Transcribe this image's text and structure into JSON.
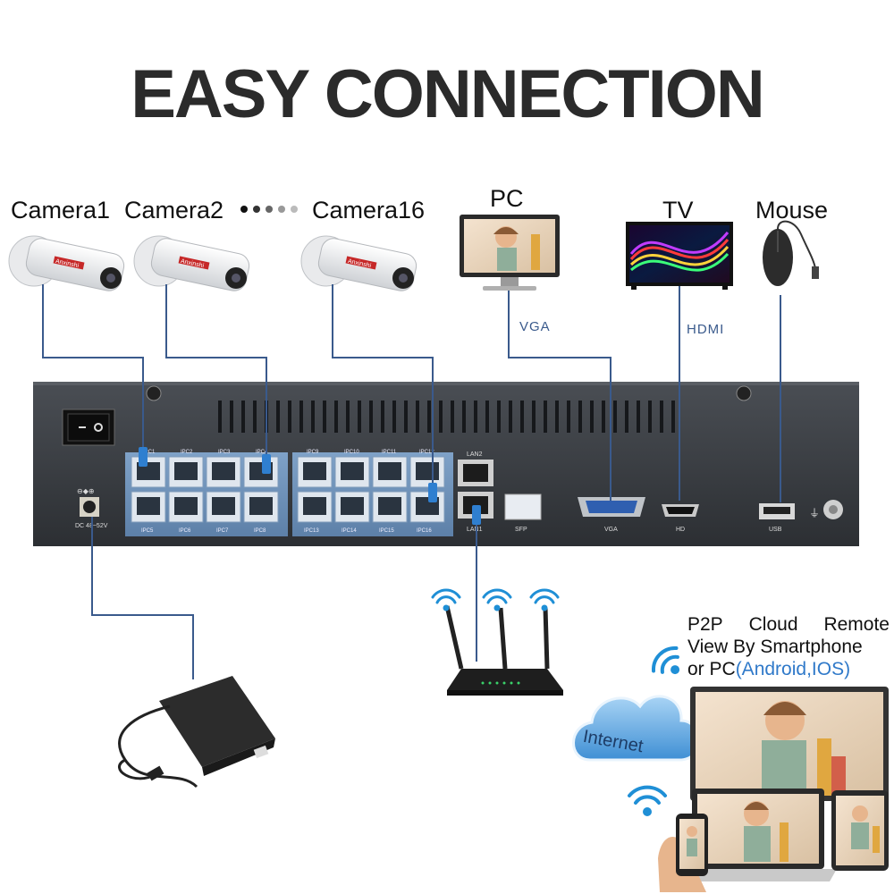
{
  "title": "EASY CONNECTION",
  "devices": {
    "camera1": "Camera1",
    "camera2": "Camera2",
    "camera16": "Camera16",
    "pc": "PC",
    "tv": "TV",
    "mouse": "Mouse"
  },
  "cables": {
    "vga": "VGA",
    "hdmi": "HDMI"
  },
  "camera_brand": "Anxinshi",
  "nvr_ports": {
    "top_row": [
      "IPC1",
      "IPC2",
      "IPC3",
      "IPC4",
      "IPC9",
      "IPC10",
      "IPC11",
      "IPC12"
    ],
    "bottom_row": [
      "IPC5",
      "IPC6",
      "IPC7",
      "IPC8",
      "IPC13",
      "IPC14",
      "IPC15",
      "IPC16"
    ],
    "lan2": "LAN2",
    "lan1": "LAN1",
    "sfp": "SFP",
    "vga": "VGA",
    "hd": "HD",
    "usb": "USB",
    "dc": "DC 48~52V",
    "polarity": "⊖◆⊕"
  },
  "p2p": {
    "line1_words": [
      "P2P",
      "Cloud",
      "Remote"
    ],
    "line2": "View By Smartphone",
    "line3_prefix": "or PC",
    "line3_accent": "(Android,IOS)"
  },
  "internet": "Internet",
  "colors": {
    "cable": "#3a5a8c",
    "title": "#2b2b2b",
    "nvr_body": "#3a3d42",
    "port_panel": "#6b8fb8",
    "accent": "#2f79c9",
    "wifi": "#1f8fd6"
  }
}
